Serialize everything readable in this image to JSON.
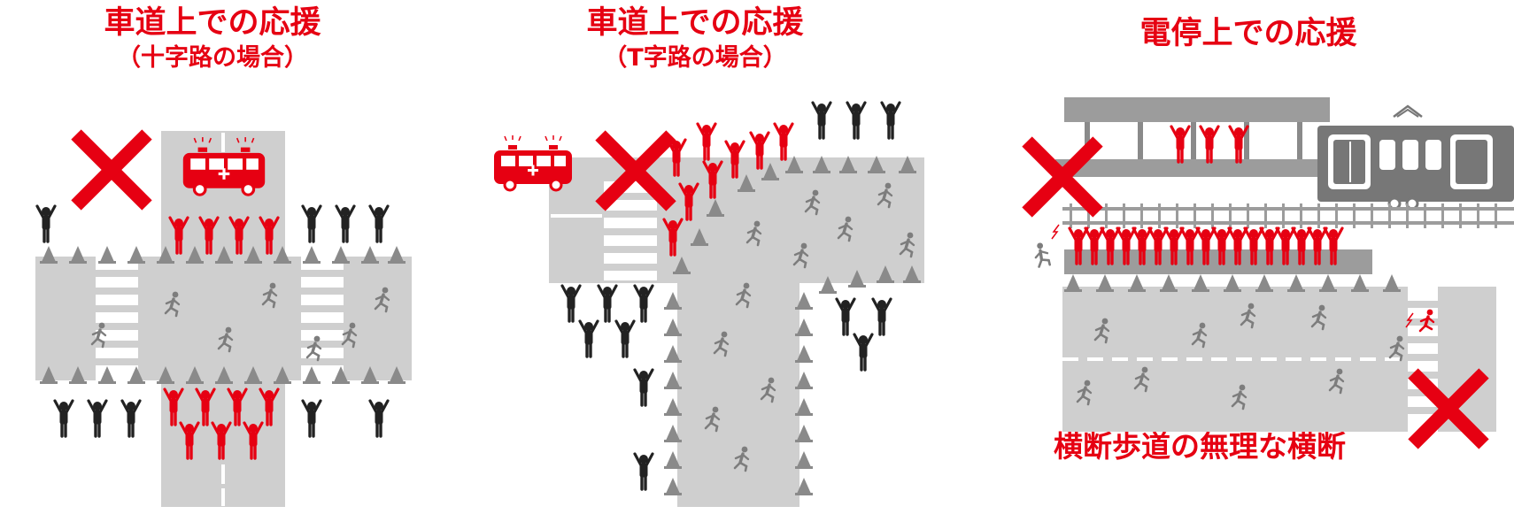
{
  "panels": [
    {
      "title_line1": "車道上での応援",
      "title_line2": "（十字路の場合）"
    },
    {
      "title_line1": "車道上での応援",
      "title_line2": "（T字路の場合）"
    },
    {
      "title_line1": "電停上での応援"
    }
  ],
  "caption": "横断歩道の無理な横断",
  "icons": {
    "prohibited": "cross-mark-icon",
    "ambulance": "ambulance-icon",
    "tram": "tram-icon",
    "spectator": "cheering-person-icon",
    "runner": "running-person-icon",
    "cone": "traffic-cone-icon"
  },
  "colors": {
    "accent": "#e60012",
    "road": "#cfcfcf",
    "figure": "#222222",
    "cone": "#8a8a8a"
  }
}
